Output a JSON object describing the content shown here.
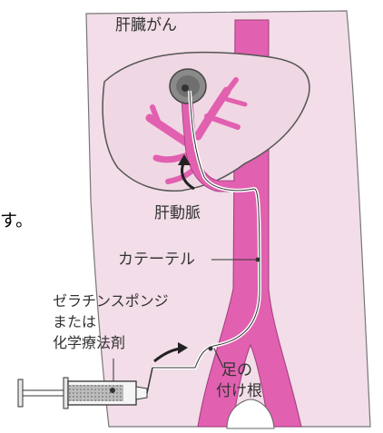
{
  "labels": {
    "liver_cancer": "肝臓がん",
    "hepatic_artery": "肝動脈",
    "catheter": "カテーテル",
    "sponge_line1": "ゼラチンスポンジ",
    "sponge_line2": "または",
    "sponge_line3": "化学療法剤",
    "groin_line1": "足の",
    "groin_line2": "付け根",
    "fragment": "す。"
  },
  "colors": {
    "skin": "#f2dde8",
    "artery": "#e260b0",
    "liver": "#f1dbe6",
    "outline": "#555555",
    "tumor": "#888888"
  }
}
